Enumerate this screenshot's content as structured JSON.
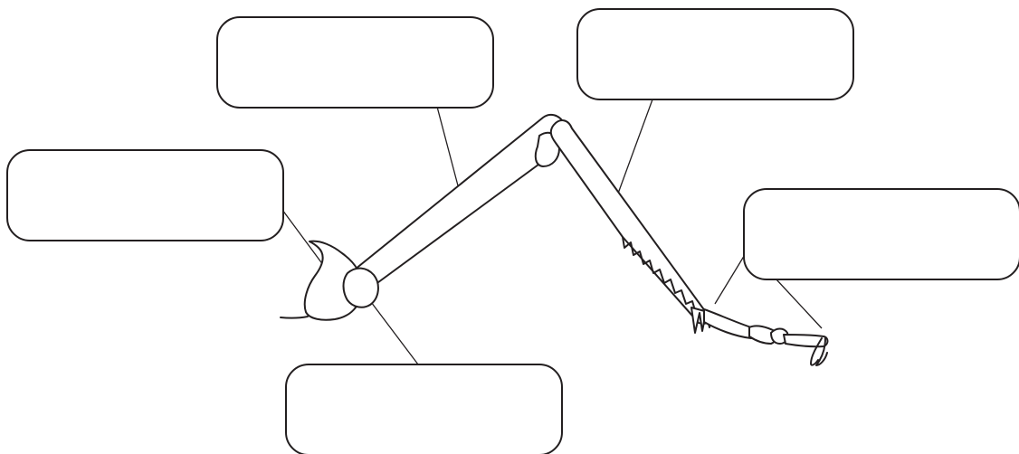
{
  "diagram": {
    "subject": "insect-leg",
    "colors": {
      "stroke": "#231f20",
      "background": "#ffffff"
    },
    "labels": [
      {
        "id": "top-left",
        "text": ""
      },
      {
        "id": "top-right",
        "text": ""
      },
      {
        "id": "left",
        "text": ""
      },
      {
        "id": "right",
        "text": ""
      },
      {
        "id": "bottom",
        "text": ""
      }
    ]
  }
}
